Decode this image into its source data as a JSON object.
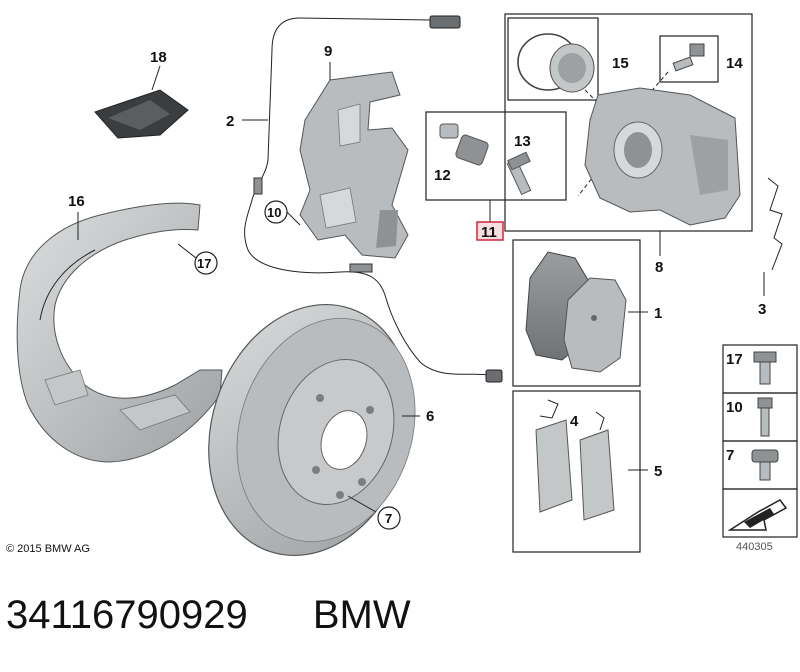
{
  "callouts": {
    "p1": "1",
    "p2": "2",
    "p3": "3",
    "p4": "4",
    "p5": "5",
    "p6": "6",
    "p7": "7",
    "p8": "8",
    "p9": "9",
    "p10": "10",
    "p11": "11",
    "p12": "12",
    "p13": "13",
    "p14": "14",
    "p15": "15",
    "p16": "16",
    "p17": "17",
    "p18": "18"
  },
  "legend": {
    "items": [
      "17",
      "10",
      "7"
    ]
  },
  "footer": {
    "copyright": "© 2015 BMW AG",
    "drawing_number": "440305"
  },
  "caption": {
    "part_number": "34116790929",
    "brand": "BMW"
  },
  "colors": {
    "part_fill": "#b9bcbe",
    "part_dark": "#8e9294",
    "part_light": "#d6d8d9",
    "highlight_box": "#d0263a",
    "highlight_fill": "#f6dde0"
  }
}
